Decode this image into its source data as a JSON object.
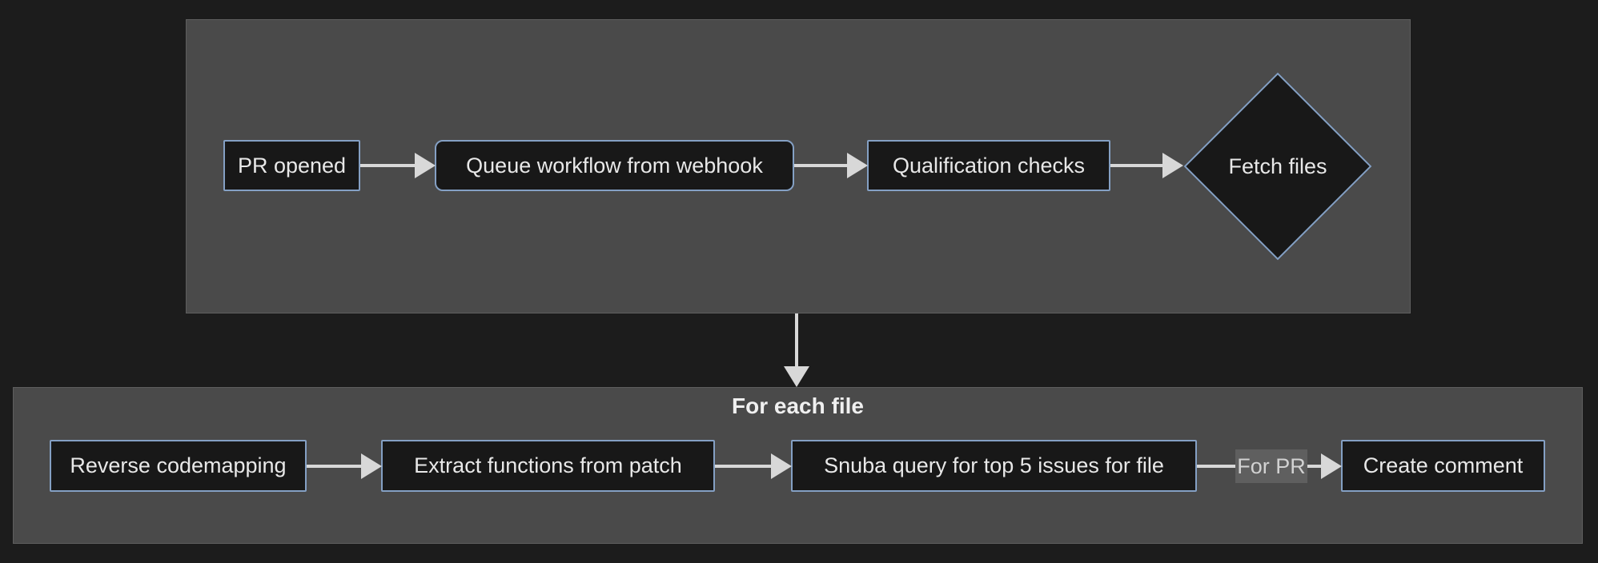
{
  "diagram_type": "flowchart",
  "colors": {
    "page_background": "#1c1c1c",
    "subgraph_fill": "#4a4a4a",
    "subgraph_border": "#5e5e5e",
    "node_fill": "#181818",
    "node_border": "#84a0c4",
    "node_text": "#e8e8e8",
    "arrow": "#d8d8d8",
    "edge_label_background": "#5f5f5f",
    "edge_label_text": "#d2d2d2"
  },
  "pipeline": {
    "nodes": [
      {
        "id": "pr-opened",
        "label": "PR opened",
        "shape": "rectangle"
      },
      {
        "id": "queue-workflow-from-webhook",
        "label": "Queue workflow from webhook",
        "shape": "rounded-rectangle"
      },
      {
        "id": "qualification-checks",
        "label": "Qualification checks",
        "shape": "rectangle"
      },
      {
        "id": "fetch-files",
        "label": "Fetch files",
        "shape": "diamond"
      }
    ],
    "edges": [
      {
        "from": "pr-opened",
        "to": "queue-workflow-from-webhook"
      },
      {
        "from": "queue-workflow-from-webhook",
        "to": "qualification-checks"
      },
      {
        "from": "qualification-checks",
        "to": "fetch-files"
      }
    ]
  },
  "connector": {
    "from": "fetch-files",
    "to": "for-each-file"
  },
  "for_each_file": {
    "title": "For each file",
    "nodes": [
      {
        "id": "reverse-codemapping",
        "label": "Reverse codemapping",
        "shape": "rectangle"
      },
      {
        "id": "extract-functions-from-patch",
        "label": "Extract functions from patch",
        "shape": "rectangle"
      },
      {
        "id": "snuba-query-top-5-issues",
        "label": "Snuba query for top 5 issues for file",
        "shape": "rectangle"
      },
      {
        "id": "create-comment",
        "label": "Create comment",
        "shape": "rectangle"
      }
    ],
    "edges": [
      {
        "from": "reverse-codemapping",
        "to": "extract-functions-from-patch"
      },
      {
        "from": "extract-functions-from-patch",
        "to": "snuba-query-top-5-issues"
      },
      {
        "from": "snuba-query-top-5-issues",
        "to": "create-comment",
        "label": "For PR"
      }
    ]
  }
}
